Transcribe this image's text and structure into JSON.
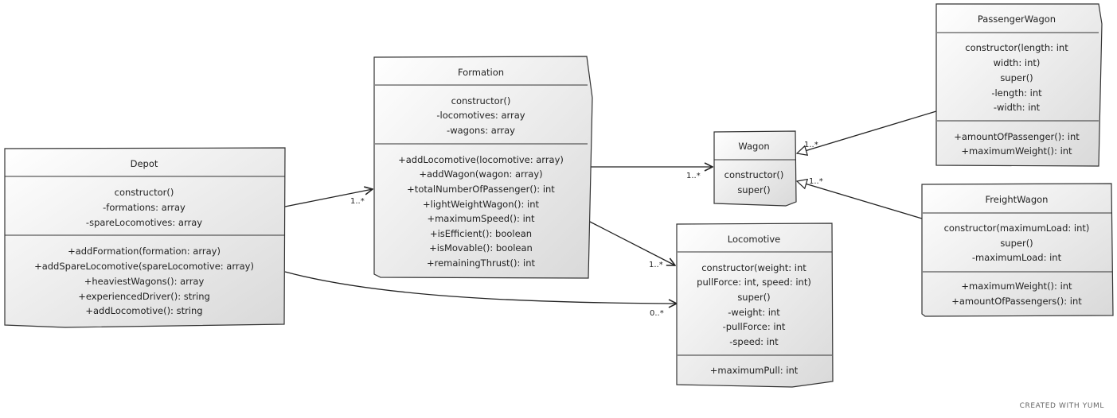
{
  "classes": {
    "depot": {
      "name": "Depot",
      "attributes": [
        "constructor()",
        "-formations: array",
        "-spareLocomotives: array"
      ],
      "methods": [
        "+addFormation(formation: array)",
        "+addSpareLocomotive(spareLocomotive: array)",
        "+heaviestWagons(): array",
        "+experiencedDriver(): string",
        "+addLocomotive(): string"
      ]
    },
    "formation": {
      "name": "Formation",
      "attributes": [
        "constructor()",
        "-locomotives: array",
        "-wagons: array"
      ],
      "methods": [
        "+addLocomotive(locomotive: array)",
        "+addWagon(wagon: array)",
        "+totalNumberOfPassenger(): int",
        "+lightWeightWagon(): int",
        "+maximumSpeed(): int",
        "+isEfficient(): boolean",
        "+isMovable(): boolean",
        "+remainingThrust(): int"
      ]
    },
    "wagon": {
      "name": "Wagon",
      "attributes": [
        "constructor()",
        "super()"
      ],
      "methods": []
    },
    "locomotive": {
      "name": "Locomotive",
      "attributes": [
        "constructor(weight: int",
        "pullForce: int, speed: int)",
        "super()",
        "-weight: int",
        "-pullForce: int",
        "-speed: int"
      ],
      "methods": [
        "+maximumPull: int"
      ]
    },
    "passenger_wagon": {
      "name": "PassengerWagon",
      "attributes": [
        "constructor(length: int",
        "width: int)",
        "super()",
        "-length: int",
        "-width: int"
      ],
      "methods": [
        "+amountOfPassenger(): int",
        "+maximumWeight(): int"
      ]
    },
    "freight_wagon": {
      "name": "FreightWagon",
      "attributes": [
        "constructor(maximumLoad: int)",
        "super()",
        "-maximumLoad: int"
      ],
      "methods": [
        "+maximumWeight(): int",
        "+amountOfPassengers(): int"
      ]
    }
  },
  "relations": [
    {
      "from": "depot",
      "to": "formation",
      "kind": "association",
      "multiplicity": "1..*"
    },
    {
      "from": "depot",
      "to": "locomotive",
      "kind": "association",
      "multiplicity": "0..*"
    },
    {
      "from": "formation",
      "to": "wagon",
      "kind": "association",
      "multiplicity": "1..*"
    },
    {
      "from": "formation",
      "to": "locomotive",
      "kind": "association",
      "multiplicity": "1..*"
    },
    {
      "from": "passenger_wagon",
      "to": "wagon",
      "kind": "inheritance",
      "multiplicity": "1..*"
    },
    {
      "from": "freight_wagon",
      "to": "wagon",
      "kind": "inheritance",
      "multiplicity": "1..*"
    }
  ],
  "colors": {
    "box_fill_light": "#ffffff",
    "box_fill_dark": "#dcdcdc",
    "stroke": "#333333",
    "text": "#222222"
  },
  "footer": "CREATED WITH YUML"
}
